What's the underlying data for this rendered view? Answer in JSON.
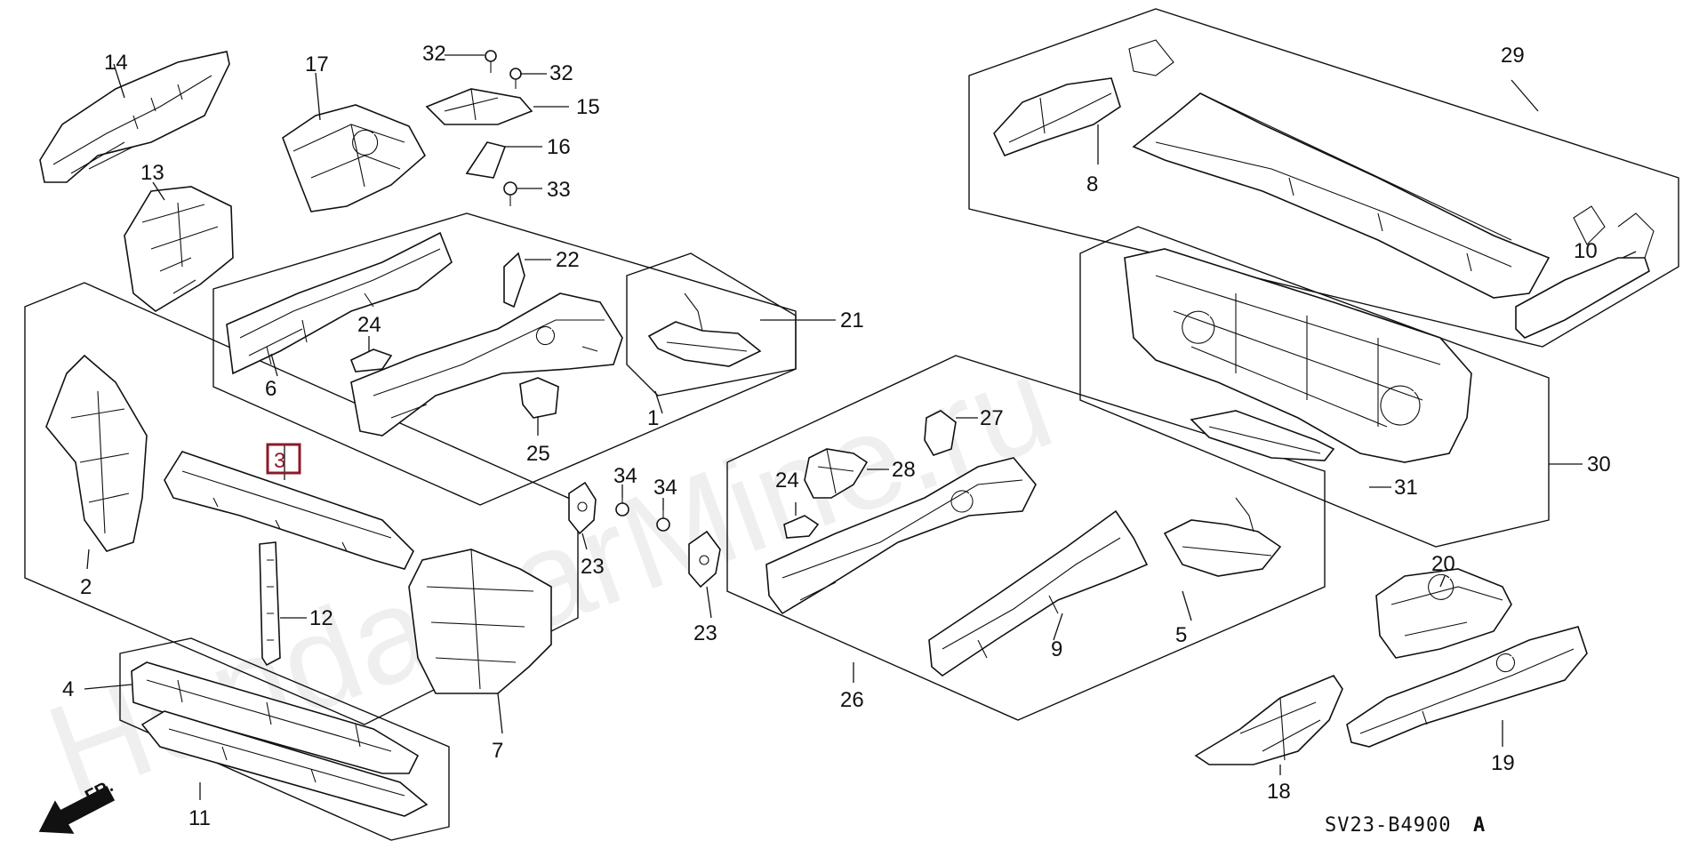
{
  "watermark": "HondaCarMine.ru",
  "diagram_code": "SV23-B4900",
  "diagram_suffix": "A",
  "direction_label": "FR.",
  "highlight_color": "#8b1a2b",
  "highlighted_part": "3",
  "callouts": {
    "p1": "1",
    "p2": "2",
    "p3": "3",
    "p4": "4",
    "p5": "5",
    "p6": "6",
    "p7": "7",
    "p8": "8",
    "p9": "9",
    "p10": "10",
    "p11": "11",
    "p12": "12",
    "p13": "13",
    "p14": "14",
    "p15": "15",
    "p16": "16",
    "p17": "17",
    "p18": "18",
    "p19": "19",
    "p20": "20",
    "p21": "21",
    "p22": "22",
    "p23a": "23",
    "p23b": "23",
    "p24a": "24",
    "p24b": "24",
    "p25": "25",
    "p26": "26",
    "p27": "27",
    "p28": "28",
    "p29": "29",
    "p30": "30",
    "p31": "31",
    "p32a": "32",
    "p32b": "32",
    "p33": "33",
    "p34a": "34",
    "p34b": "34"
  }
}
